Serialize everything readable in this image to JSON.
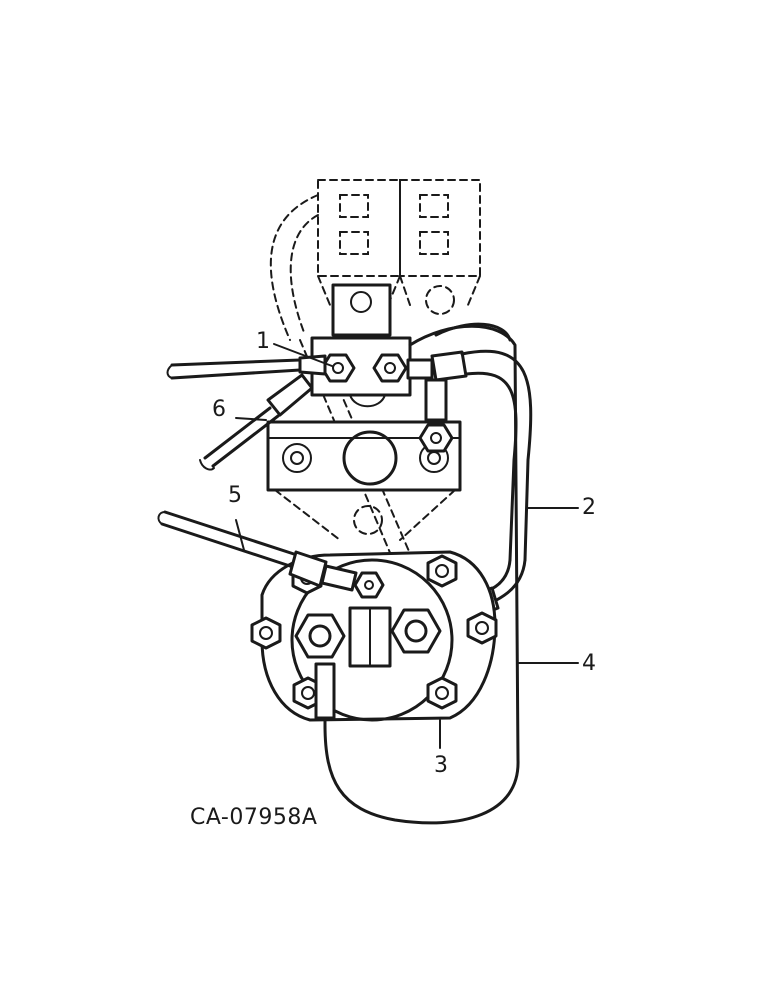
{
  "diagram": {
    "drawing_number": "CA-07958A",
    "callouts": [
      {
        "id": "1",
        "label": "1"
      },
      {
        "id": "2",
        "label": "2"
      },
      {
        "id": "3",
        "label": "3"
      },
      {
        "id": "4",
        "label": "4"
      },
      {
        "id": "5",
        "label": "5"
      },
      {
        "id": "6",
        "label": "6"
      }
    ]
  }
}
